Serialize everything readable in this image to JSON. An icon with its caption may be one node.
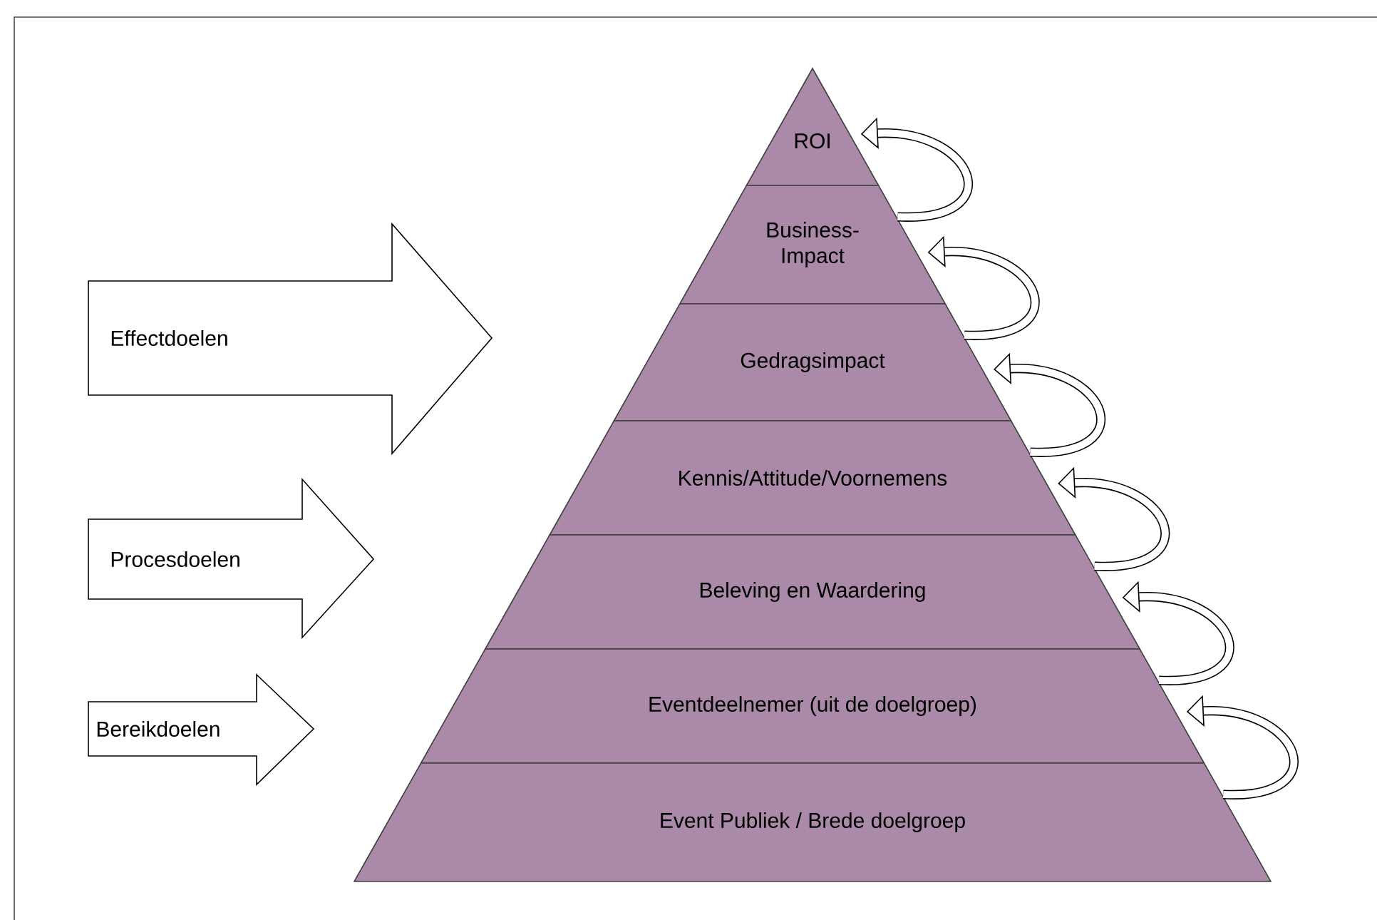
{
  "diagram": {
    "nodes": [
      {
        "text": [
          "ROI"
        ]
      },
      {
        "text": [
          "Business-Impact"
        ]
      },
      {
        "text": [
          "Gedragsimpact"
        ]
      },
      {
        "text": [
          "Kennis/Attitude/Voornemens"
        ]
      },
      {
        "text": [
          "Beleving en Waardering"
        ]
      },
      {
        "text": [
          "Eventdeelnemer (uit de doelgroep)"
        ]
      },
      {
        "text": [
          "Event Publiek / Brede doelgroep"
        ]
      },
      {
        "text": [
          "Effectdoelen"
        ]
      },
      {
        "text": [
          "Procesdoelen"
        ]
      },
      {
        "text": [
          "Bereikdoelen"
        ]
      }
    ],
    "edges": [
      {
        "from": 1,
        "to": 0,
        "arrow": "to"
      },
      {
        "from": 2,
        "to": 1,
        "arrow": "to"
      },
      {
        "from": 3,
        "to": 2,
        "arrow": "to"
      },
      {
        "from": 4,
        "to": 3,
        "arrow": "to"
      },
      {
        "from": 5,
        "to": 4,
        "arrow": "to"
      },
      {
        "from": 6,
        "to": 5,
        "arrow": "to"
      }
    ]
  }
}
